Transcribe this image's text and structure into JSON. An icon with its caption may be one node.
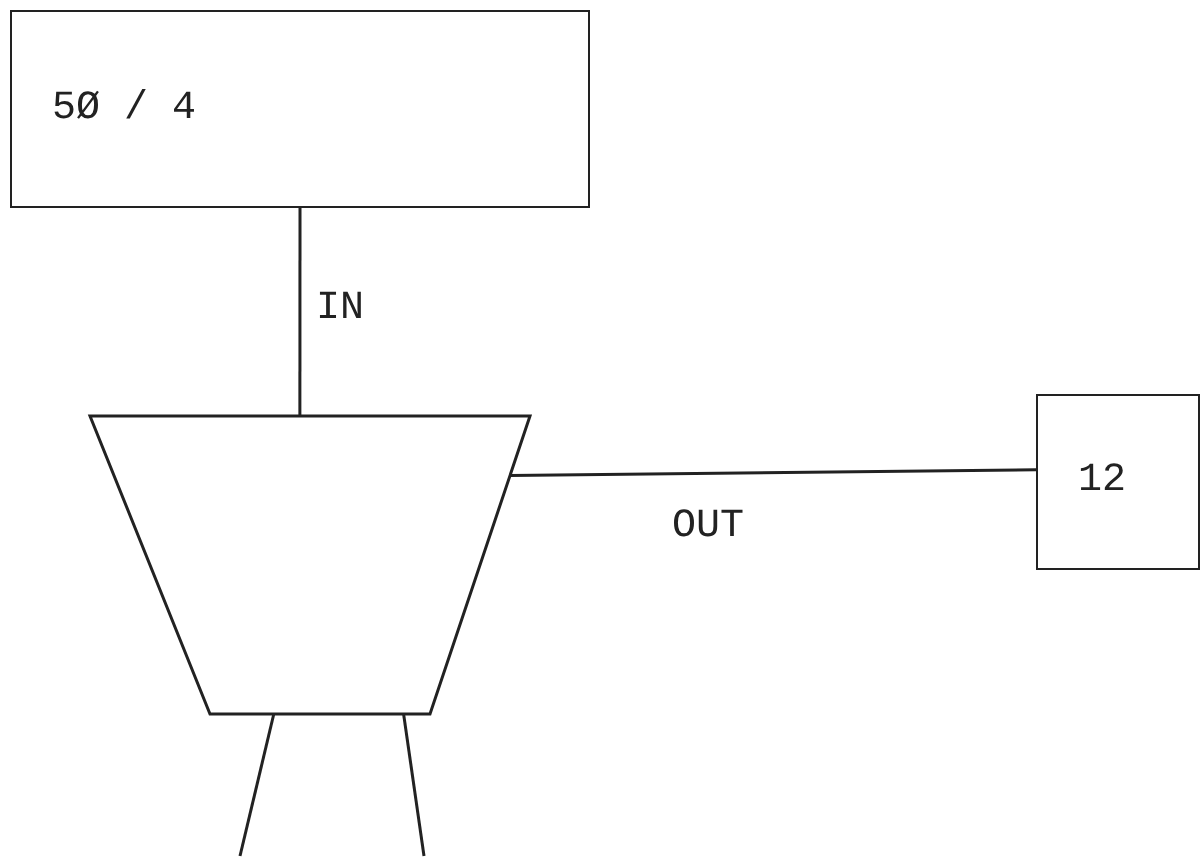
{
  "diagram": {
    "nodes": [
      {
        "text": [
          "5Ø / 4"
        ]
      },
      {
        "text": [],
        "shape": "trapezoid"
      },
      {
        "text": [
          "12"
        ]
      }
    ],
    "edges": [
      {
        "from": 0,
        "to": 1,
        "arrow": "none",
        "label": "IN"
      },
      {
        "from": 1,
        "to": 2,
        "arrow": "none",
        "label": "OUT"
      },
      {
        "from": 1,
        "to": null,
        "arrow": "none"
      },
      {
        "from": 1,
        "to": null,
        "arrow": "none"
      }
    ]
  }
}
